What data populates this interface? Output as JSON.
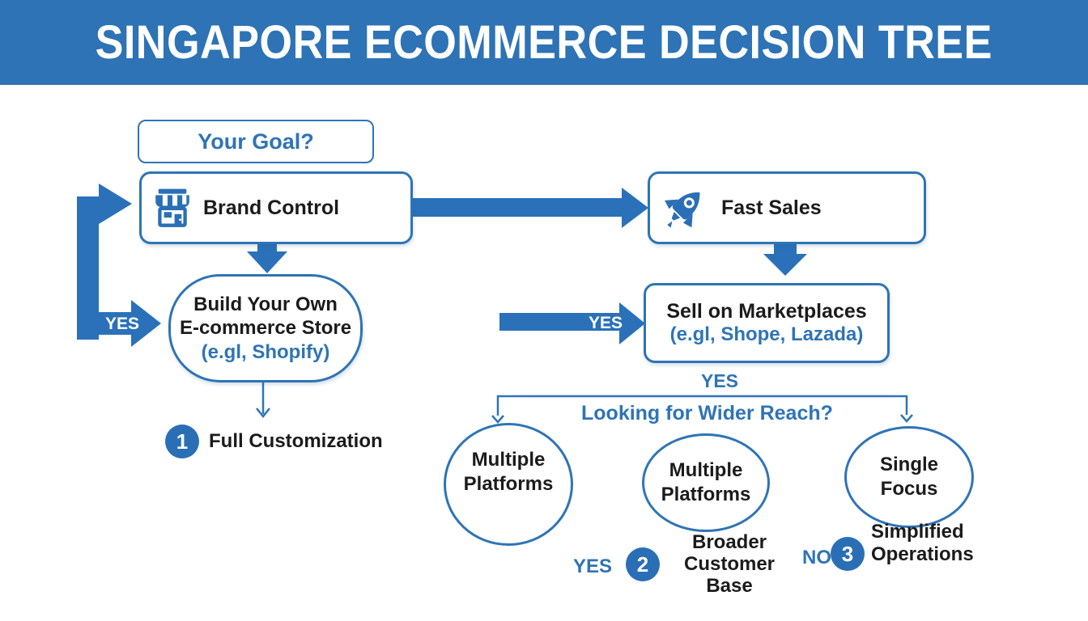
{
  "title": "SINGAPORE ECOMMERCE DECISION TREE",
  "colors": {
    "header_bg": "#2d73b5",
    "accent_blue": "#2e74b5",
    "arrow_blue": "#2a71b9",
    "badge_bg": "#2a6fb6",
    "text_black": "#1b1b1b"
  },
  "nodes": {
    "goal": {
      "label": "Your Goal?"
    },
    "brand_control": {
      "label": "Brand Control",
      "icon": "storefront-icon"
    },
    "fast_sales": {
      "label": "Fast Sales",
      "icon": "rocket-icon"
    },
    "build_store": {
      "line1": "Build Your Own",
      "line2": "E-commerce Store",
      "line3": "(e.gl, Shopify)"
    },
    "marketplaces": {
      "line1": "Sell on Marketplaces",
      "line2": "(e.gl, Shope, Lazada)"
    },
    "circle_left": {
      "line1": "Multiple",
      "line2": "Platforms"
    },
    "circle_middle": {
      "line1": "Multiple",
      "line2": "Platforms"
    },
    "circle_right": {
      "line1": "Single",
      "line2": "Focus"
    }
  },
  "labels": {
    "yes_to_build": "YES",
    "yes_to_marketplaces": "YES",
    "yes_below_marketplaces": "YES",
    "wider_reach_question": "Looking for Wider Reach?",
    "yes_bottom": "YES",
    "no_bottom": "NO"
  },
  "outcomes": {
    "one": {
      "num": "1",
      "label": "Full Customization"
    },
    "two": {
      "num": "2",
      "line1": "Broader",
      "line2": "Customer Base"
    },
    "three": {
      "num": "3",
      "line1": "Simplified",
      "line2": "Operations"
    }
  }
}
